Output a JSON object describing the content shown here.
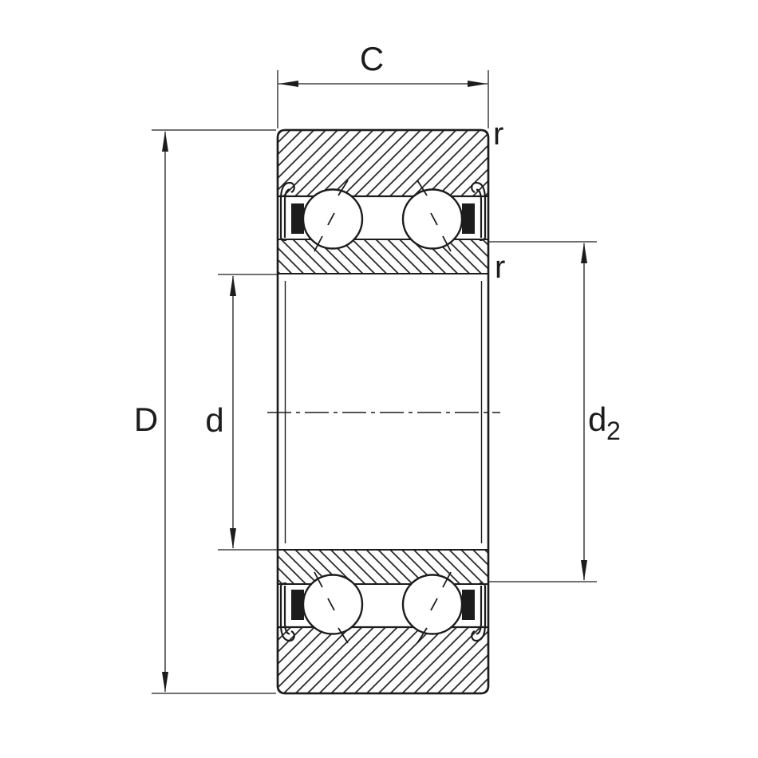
{
  "diagram": {
    "type": "bearing-cross-section-drawing",
    "labels": {
      "width_c": "C",
      "radius_top": "r",
      "radius_inner": "r",
      "outer_diameter": "D",
      "bore_diameter": "d",
      "d2_base": "d",
      "d2_subscript": "2"
    },
    "colors": {
      "line": "#1c1c1c",
      "background": "#ffffff"
    }
  }
}
